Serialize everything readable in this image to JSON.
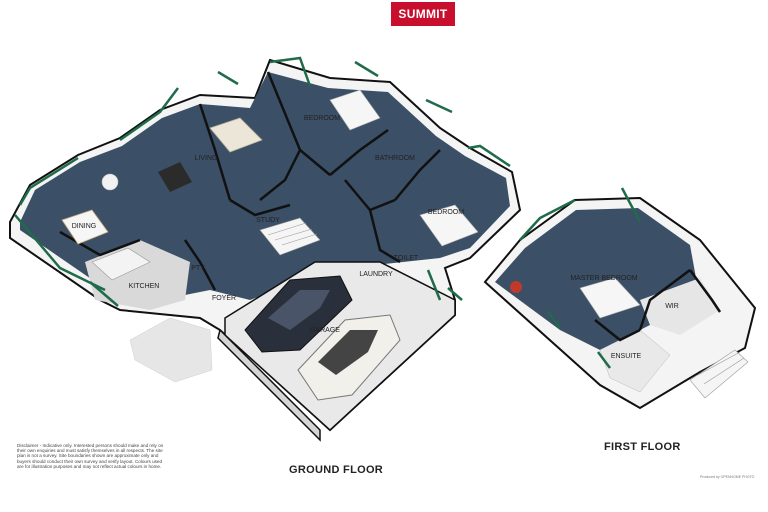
{
  "brand": {
    "logo_text": "SUMMIT",
    "logo_color": "#c8102e"
  },
  "floors": [
    {
      "name": "GROUND FLOOR"
    },
    {
      "name": "FIRST FLOOR"
    }
  ],
  "rooms": {
    "dining": "DINING",
    "living": "LIVING",
    "bedroom_1": "BEDROOM",
    "bathroom": "BATHROOM",
    "bedroom_2": "BEDROOM",
    "study": "STUDY",
    "kitchen": "KITCHEN",
    "pantry": "PTY",
    "foyer": "FOYER",
    "laundry": "LAUNDRY",
    "toilet": "TOILET",
    "garage": "GARAGE",
    "master_bedroom": "MASTER BEDROOM",
    "wir": "WIR",
    "ensuite": "ENSUITE"
  },
  "disclaimer": "Disclaimer - Indicative only. Interested persons should make and rely on their own enquiries and must satisfy themselves in all respects. The site plan is not a survey. Site boundaries shown are approximate only and buyers should conduct their own survey and verify layout. Colours used are for illustration purposes and may not reflect actual colours in home.",
  "credit": "Produced by OPENHOME PHOTO",
  "colors": {
    "floor": "#3b4f66",
    "wall_top": "#111111",
    "wall_side": "#f2f2f2",
    "window": "#1f6b4a",
    "tile": "#e6e6e6"
  }
}
